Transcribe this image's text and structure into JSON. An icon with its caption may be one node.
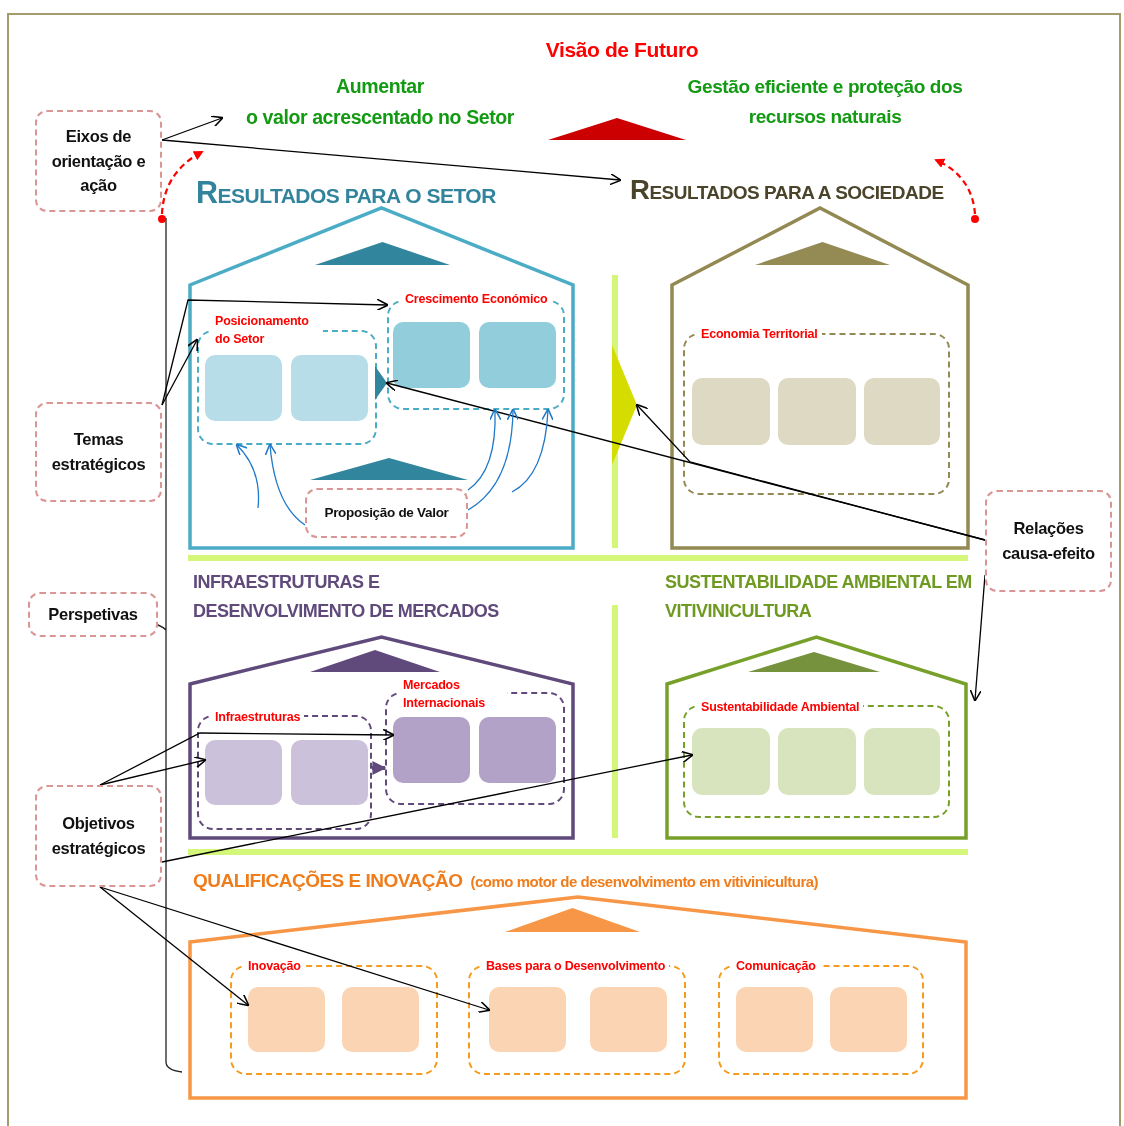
{
  "diagram": {
    "nodes": [
      {
        "text": [
          "Eixos de orientação e ação"
        ]
      },
      {
        "text": [
          "Temas estratégicos"
        ]
      },
      {
        "text": [
          "Perspetivas"
        ]
      },
      {
        "text": [
          "Objetivos estratégicos"
        ]
      },
      {
        "text": [
          "Relações causa-efeito"
        ]
      },
      {
        "text": [
          "Aumentar",
          "o valor acrescentado no Setor"
        ]
      },
      {
        "text": [
          "RESULTADOS PARA O SETOR"
        ]
      },
      {
        "text": [
          "Posicionamento do Setor"
        ],
        "in": 6
      },
      {
        "text": [],
        "shape": "box",
        "in": 7
      },
      {
        "text": [],
        "shape": "box",
        "in": 7
      },
      {
        "text": [],
        "shape": "triangle",
        "in": 6
      },
      {
        "text": [
          "Crescimento Económico"
        ],
        "in": 6
      },
      {
        "text": [],
        "shape": "box",
        "in": 11
      },
      {
        "text": [],
        "shape": "box",
        "in": 11
      },
      {
        "text": [
          "Proposição de Valor"
        ],
        "in": 6
      },
      {
        "text": [],
        "shape": "triangle"
      },
      {
        "text": [
          "RESULTADOS PARA A SOCIEDADE"
        ]
      },
      {
        "text": [
          "Economia Territorial"
        ],
        "in": 16
      },
      {
        "text": [],
        "shape": "box",
        "in": 17
      },
      {
        "text": [],
        "shape": "box",
        "in": 17
      },
      {
        "text": [],
        "shape": "box",
        "in": 17
      },
      {
        "text": [
          "INFRAESTRUTURAS E DESENVOLVIMENTO DE MERCADOS"
        ]
      },
      {
        "text": [
          "Infraestruturas"
        ],
        "in": 21
      },
      {
        "text": [],
        "shape": "box",
        "in": 22
      },
      {
        "text": [],
        "shape": "box",
        "in": 22
      },
      {
        "text": [
          "Mercados Internacionais"
        ],
        "in": 21
      },
      {
        "text": [],
        "shape": "box",
        "in": 25
      },
      {
        "text": [],
        "shape": "box",
        "in": 25
      },
      {
        "text": [
          "SUSTENTABILIDADE AMBIENTAL EM VITIVINICULTURA"
        ]
      },
      {
        "text": [
          "Sustentabilidade Ambiental"
        ],
        "in": 28
      },
      {
        "text": [],
        "shape": "box",
        "in": 29
      },
      {
        "text": [],
        "shape": "box",
        "in": 29
      },
      {
        "text": [],
        "shape": "box",
        "in": 29
      },
      {
        "text": [
          "QUALIFICAÇÕES E INOVAÇÃO",
          "(como motor de desenvolvimento em vitivinicultura)"
        ]
      },
      {
        "text": [
          "Inovação"
        ],
        "in": 33
      },
      {
        "text": [],
        "shape": "box",
        "in": 34
      },
      {
        "text": [],
        "shape": "box",
        "in": 34
      },
      {
        "text": [
          "Bases para o Desenvolvimento"
        ],
        "in": 33
      },
      {
        "text": [],
        "shape": "box",
        "in": 37
      },
      {
        "text": [],
        "shape": "box",
        "in": 37
      },
      {
        "text": [
          "Comunicação"
        ],
        "in": 33
      },
      {
        "text": [],
        "shape": "box",
        "in": 40
      },
      {
        "text": [],
        "shape": "box",
        "in": 40
      },
      {
        "text": [],
        "shape": "triangle"
      }
    ],
    "edges": [
      {
        "from": 0,
        "to": 5,
        "arrow": "to"
      },
      {
        "from": 0,
        "to": 16,
        "arrow": "to"
      },
      {
        "from": 1,
        "to": 7,
        "arrow": "to"
      },
      {
        "from": 1,
        "to": 11,
        "arrow": "to"
      },
      {
        "from": 4,
        "to": 43,
        "arrow": "to"
      },
      {
        "from": 4,
        "to": 10,
        "arrow": "to"
      },
      {
        "from": 4,
        "to": 28,
        "arrow": "to"
      },
      {
        "from": 3,
        "to": 23,
        "arrow": "to"
      },
      {
        "from": 3,
        "to": 26,
        "arrow": "to"
      },
      {
        "from": 3,
        "to": 30,
        "arrow": "to"
      },
      {
        "from": 3,
        "to": 35,
        "arrow": "to"
      },
      {
        "from": 3,
        "to": 38,
        "arrow": "to"
      },
      {
        "from": 22,
        "to": 25,
        "arrow": "to",
        "style": "thick",
        "color": "#604a7b"
      },
      {
        "from": null,
        "to": 7,
        "arrow": "to",
        "color": "#1f78c8"
      },
      {
        "from": 14,
        "to": 7,
        "arrow": "to",
        "color": "#1f78c8"
      },
      {
        "from": 14,
        "to": 11,
        "arrow": "to",
        "color": "#1f78c8"
      },
      {
        "from": 14,
        "to": 11,
        "arrow": "to",
        "color": "#1f78c8"
      },
      {
        "from": null,
        "to": 11,
        "arrow": "to",
        "color": "#1f78c8"
      }
    ],
    "labels": [
      "Visão de Futuro",
      "Gestão eficiente e proteção dos recursos naturais"
    ]
  }
}
